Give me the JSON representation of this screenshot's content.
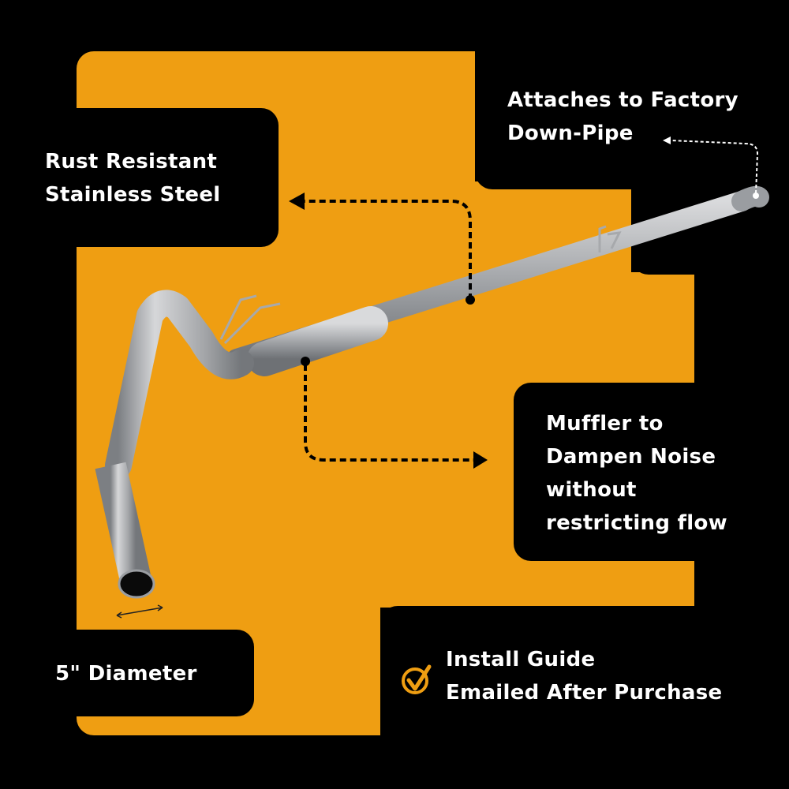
{
  "colors": {
    "background": "#000000",
    "accent": "#EF9E12",
    "text": "#FFFFFF",
    "pipe": "#A9ABAE"
  },
  "callouts": {
    "rust": {
      "lines": [
        "Rust Resistant",
        "Stainless Steel"
      ]
    },
    "attaches": {
      "lines": [
        "Attaches to Factory",
        "Down-Pipe"
      ]
    },
    "muffler": {
      "lines": [
        "Muffler to",
        "Dampen Noise",
        "without",
        "restricting flow"
      ]
    },
    "diameter": {
      "lines": [
        "5\" Diameter"
      ]
    },
    "install": {
      "icon": "check-circle-icon",
      "lines": [
        "Install Guide",
        "Emailed After Purchase"
      ]
    }
  },
  "product": {
    "name": "exhaust-pipe-system"
  }
}
